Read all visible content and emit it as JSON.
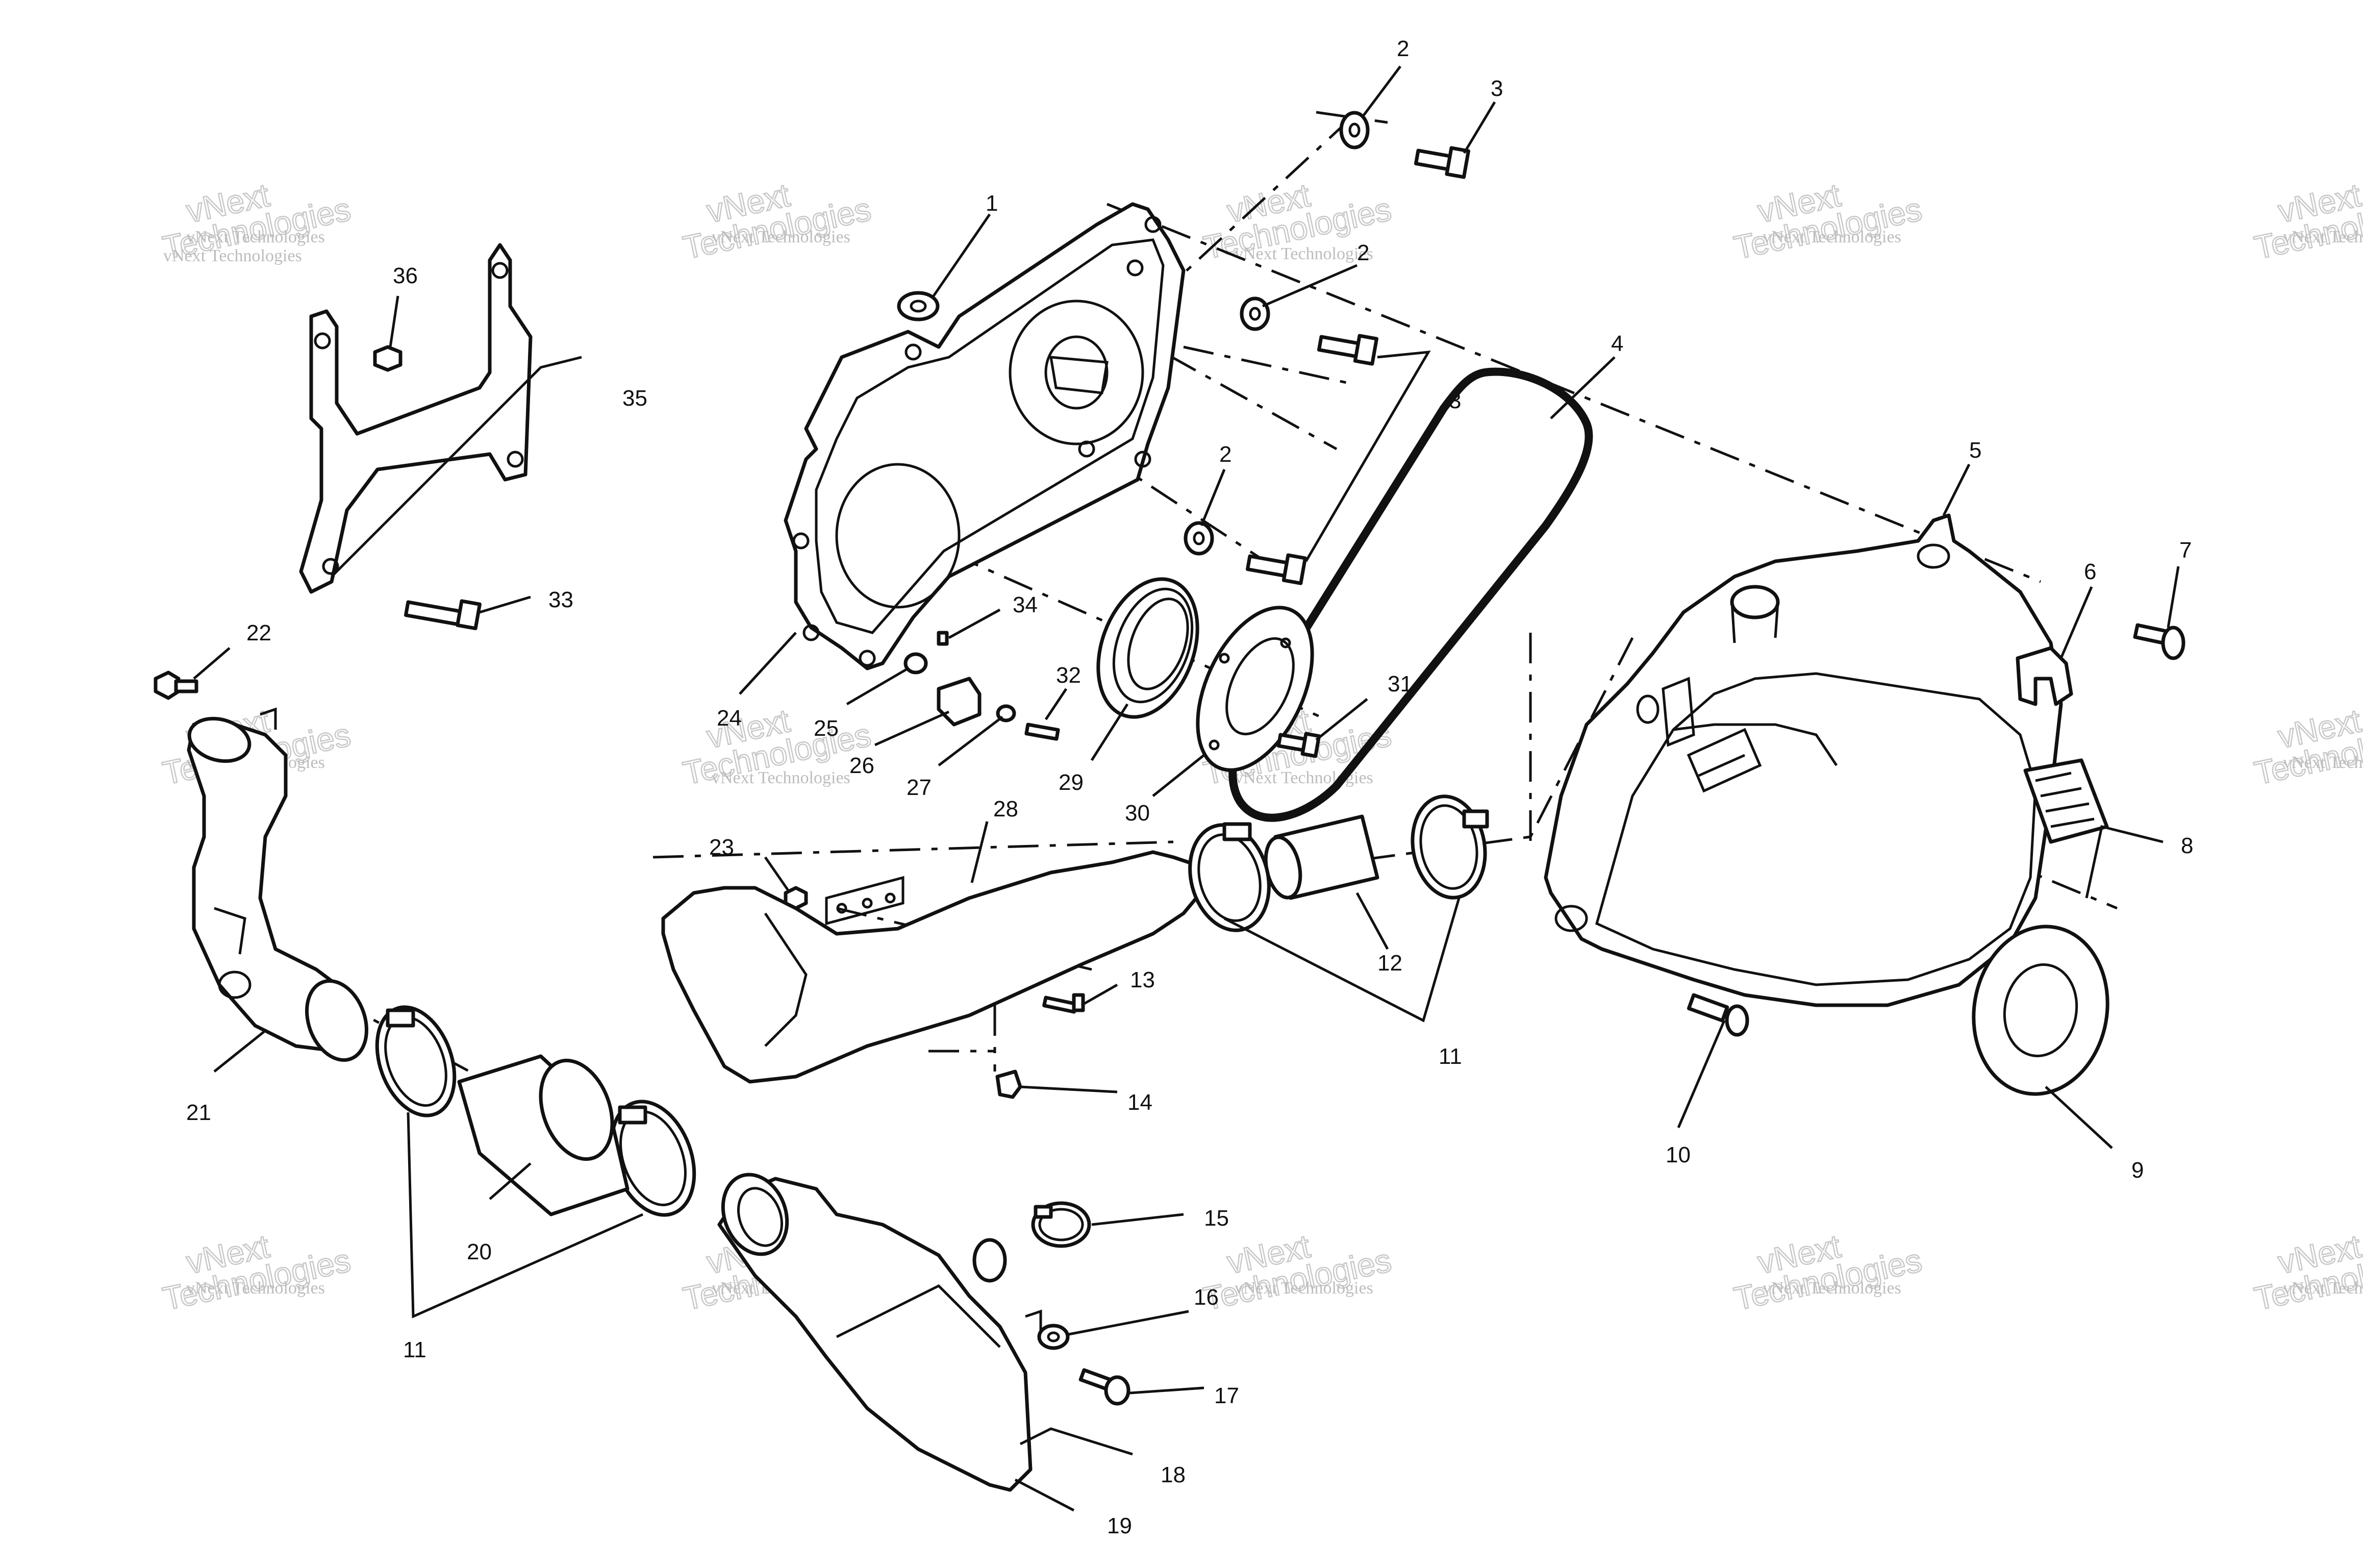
{
  "watermark": {
    "line1": "vNext Technologies",
    "line2a": "vNext",
    "line2b": "Technologies"
  },
  "callouts": {
    "c1": "1",
    "c2a": "2",
    "c2b": "2",
    "c2c": "2",
    "c3a": "3",
    "c3b": "3",
    "c4": "4",
    "c5": "5",
    "c6": "6",
    "c7": "7",
    "c8": "8",
    "c9": "9",
    "c10": "10",
    "c11a": "11",
    "c11b": "11",
    "c12": "12",
    "c13": "13",
    "c14": "14",
    "c15": "15",
    "c16": "16",
    "c17": "17",
    "c18": "18",
    "c19": "19",
    "c20": "20",
    "c21": "21",
    "c22": "22",
    "c23": "23",
    "c24": "24",
    "c25": "25",
    "c26": "26",
    "c27": "27",
    "c28": "28",
    "c29": "29",
    "c30": "30",
    "c31": "31",
    "c32": "32",
    "c33": "33",
    "c34": "34",
    "c35": "35",
    "c36": "36"
  }
}
